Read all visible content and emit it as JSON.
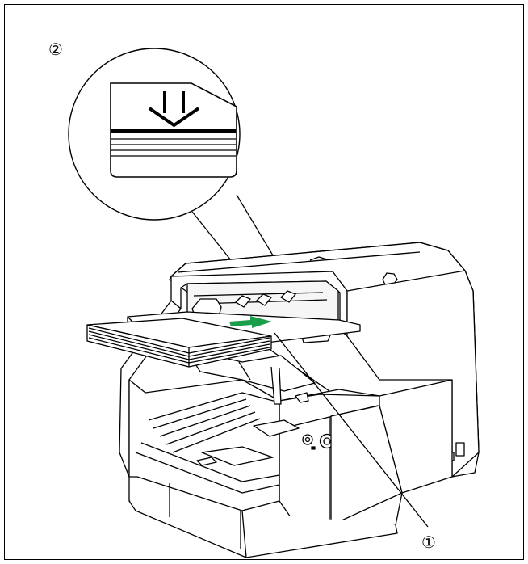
{
  "figure": {
    "callouts": [
      {
        "id": "callout-1",
        "label": "①"
      },
      {
        "id": "callout-2",
        "label": "②"
      }
    ],
    "colors": {
      "line": "#000000",
      "paper": "#ffffff",
      "arrow": "#1a9e4a",
      "frame": "#000000"
    }
  }
}
